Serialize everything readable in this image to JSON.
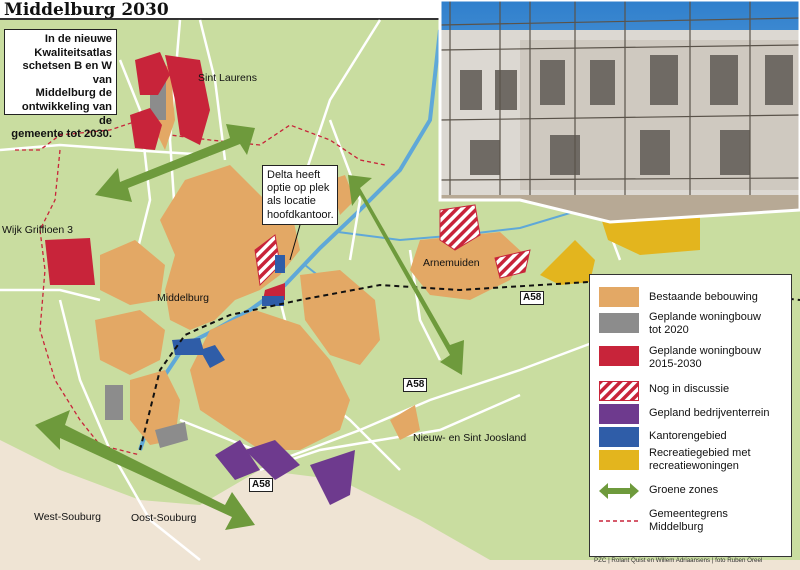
{
  "title": "Middelburg 2030",
  "infobox": "In de nieuwe\nKwaliteitsatlas\nschetsen B en W van\nMiddelburg de\nontwikkeling van de\ngemeente tot 2030.",
  "callout": "Delta heeft\noptie op plek\nals locatie\nhoofdkantoor.",
  "places": {
    "sint_laurens": "Sint Laurens",
    "wijk_griffioen": "Wijk Griffioen 3",
    "middelburg": "Middelburg",
    "arnemuiden": "Arnemuiden",
    "nieuw_sint_joosland": "Nieuw- en Sint Joosland",
    "west_souburg": "West-Souburg",
    "oost_souburg": "Oost-Souburg"
  },
  "roads": {
    "a58_east": "A58",
    "a58_mid": "A58",
    "a58_south": "A58"
  },
  "legend": [
    {
      "id": "bestaand",
      "label": "Bestaande bebouwing",
      "color": "#E3A865",
      "symbol": "fill"
    },
    {
      "id": "woning2020",
      "label": "Geplande woningbouw\ntot 2020",
      "color": "#8C8C8C",
      "symbol": "fill"
    },
    {
      "id": "woning2030",
      "label": "Geplande woningbouw\n2015-2030",
      "color": "#C8243A",
      "symbol": "fill"
    },
    {
      "id": "discussie",
      "label": "Nog in discussie",
      "color": "#C8243A",
      "symbol": "hatch"
    },
    {
      "id": "bedrijven",
      "label": "Gepland bedrijventerrein",
      "color": "#6E3A8E",
      "symbol": "fill"
    },
    {
      "id": "kantoren",
      "label": "Kantorengebied",
      "color": "#2F5DA8",
      "symbol": "fill"
    },
    {
      "id": "recreatie",
      "label": "Recreatiegebied met\nrecreatiewoningen",
      "color": "#E3B51E",
      "symbol": "fill"
    },
    {
      "id": "groen",
      "label": "Groene zones",
      "color": "#6E9A3C",
      "symbol": "arrow"
    },
    {
      "id": "grens",
      "label": "Gemeentegrens\nMiddelburg",
      "color": "#C8243A",
      "symbol": "dash"
    }
  ],
  "colors": {
    "land": "#C9DDA0",
    "outside": "#EFE4D4",
    "water": "#5FA8D8",
    "road": "#FFFFFF",
    "rail": "#111111",
    "arrow": "#6E9A3C"
  },
  "photo": {
    "subject": "building-construction-photo"
  },
  "credit": "PZC | Rolant Quist en Willem Adriaansens | foto Ruben Oreel"
}
